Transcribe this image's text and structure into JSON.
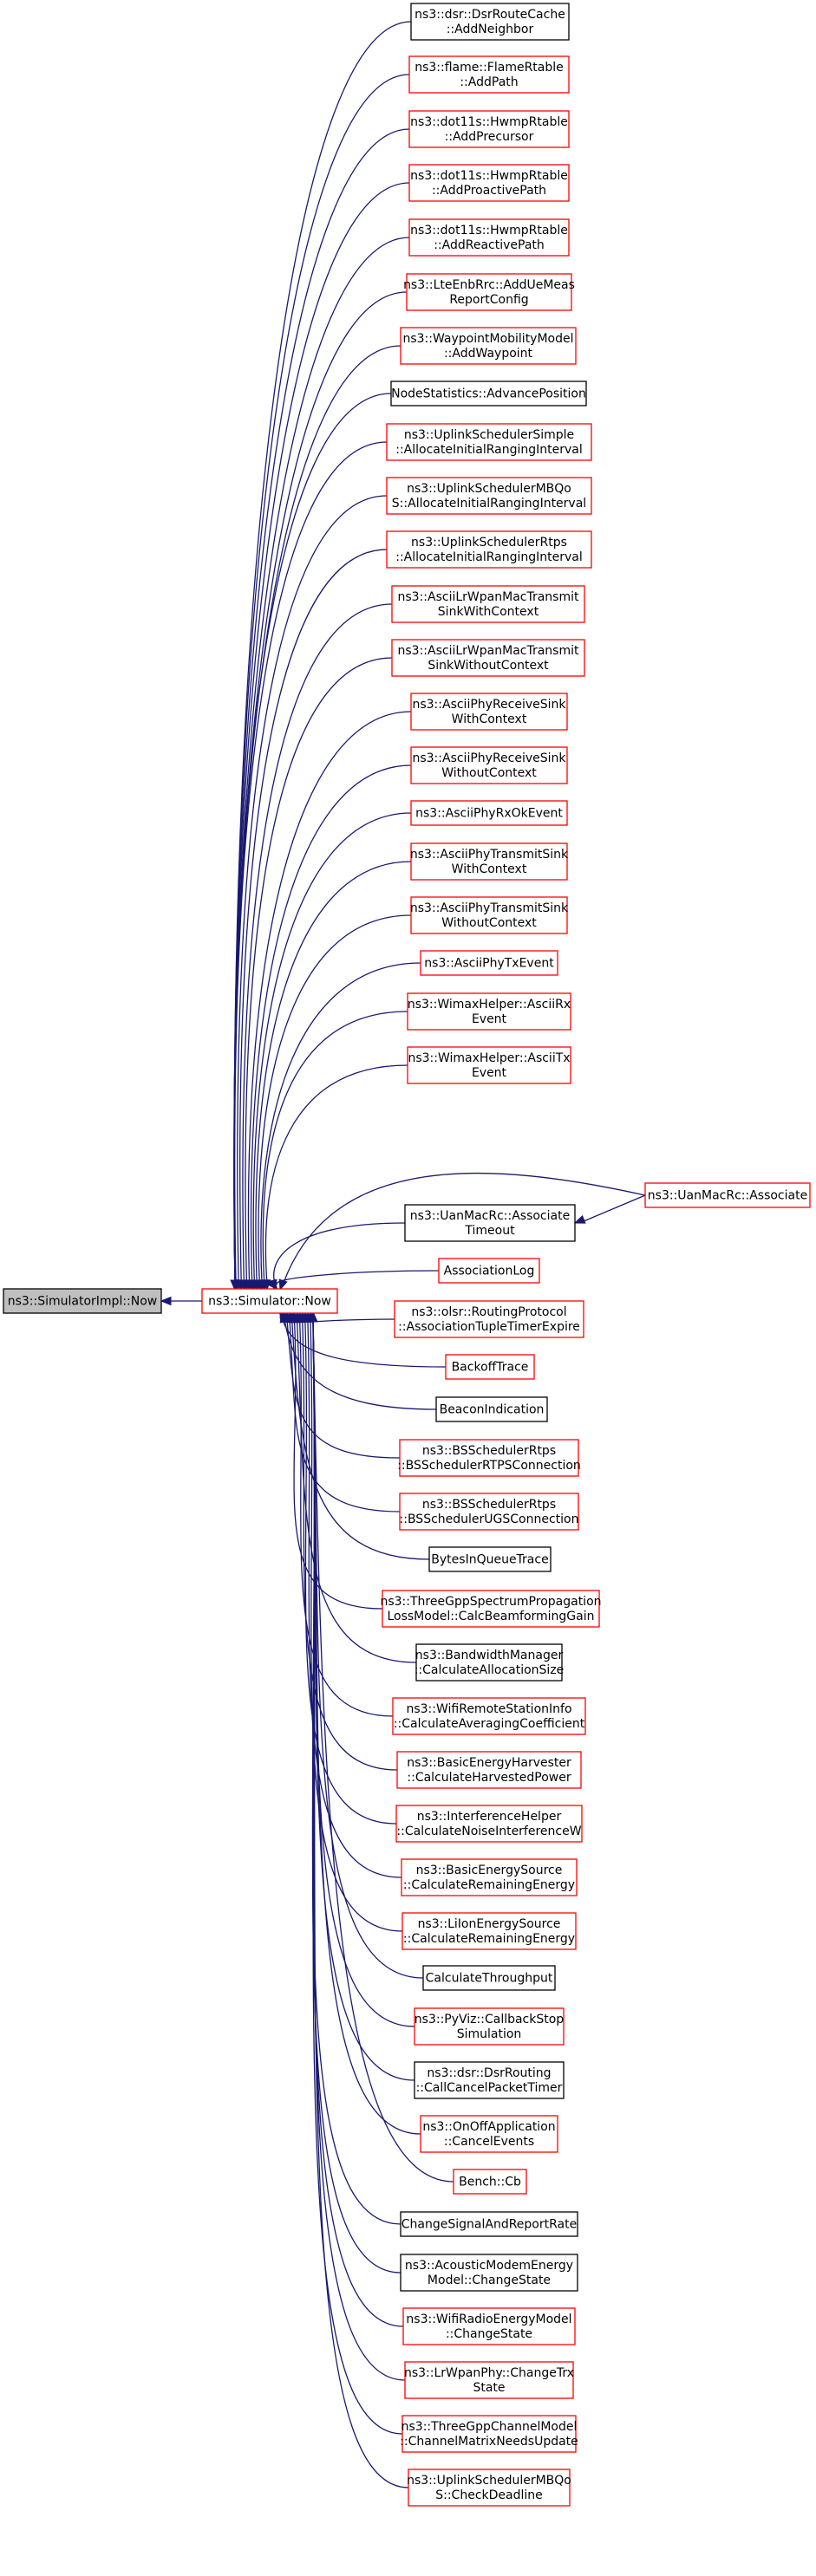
{
  "colors": {
    "edge": "#191970",
    "documented_border": "#000000",
    "undocumented_border": "#ff0000",
    "root_fill": "#bfbfbf"
  },
  "root": {
    "lines": [
      "ns3::SimulatorImpl::Now"
    ]
  },
  "center": {
    "lines": [
      "ns3::Simulator::Now"
    ],
    "border": "red"
  },
  "callers": [
    {
      "lines": [
        "ns3::dsr::DsrRouteCache",
        "::AddNeighbor"
      ],
      "border": "black"
    },
    {
      "lines": [
        "ns3::flame::FlameRtable",
        "::AddPath"
      ],
      "border": "red"
    },
    {
      "lines": [
        "ns3::dot11s::HwmpRtable",
        "::AddPrecursor"
      ],
      "border": "red"
    },
    {
      "lines": [
        "ns3::dot11s::HwmpRtable",
        "::AddProactivePath"
      ],
      "border": "red"
    },
    {
      "lines": [
        "ns3::dot11s::HwmpRtable",
        "::AddReactivePath"
      ],
      "border": "red"
    },
    {
      "lines": [
        "ns3::LteEnbRrc::AddUeMeas",
        "ReportConfig"
      ],
      "border": "red"
    },
    {
      "lines": [
        "ns3::WaypointMobilityModel",
        "::AddWaypoint"
      ],
      "border": "red"
    },
    {
      "lines": [
        "NodeStatistics::AdvancePosition"
      ],
      "border": "black"
    },
    {
      "lines": [
        "ns3::UplinkSchedulerSimple",
        "::AllocateInitialRangingInterval"
      ],
      "border": "red"
    },
    {
      "lines": [
        "ns3::UplinkSchedulerMBQo",
        "S::AllocateInitialRangingInterval"
      ],
      "border": "red"
    },
    {
      "lines": [
        "ns3::UplinkSchedulerRtps",
        "::AllocateInitialRangingInterval"
      ],
      "border": "red"
    },
    {
      "lines": [
        "ns3::AsciiLrWpanMacTransmit",
        "SinkWithContext"
      ],
      "border": "red"
    },
    {
      "lines": [
        "ns3::AsciiLrWpanMacTransmit",
        "SinkWithoutContext"
      ],
      "border": "red"
    },
    {
      "lines": [
        "ns3::AsciiPhyReceiveSink",
        "WithContext"
      ],
      "border": "red"
    },
    {
      "lines": [
        "ns3::AsciiPhyReceiveSink",
        "WithoutContext"
      ],
      "border": "red"
    },
    {
      "lines": [
        "ns3::AsciiPhyRxOkEvent"
      ],
      "border": "red"
    },
    {
      "lines": [
        "ns3::AsciiPhyTransmitSink",
        "WithContext"
      ],
      "border": "red"
    },
    {
      "lines": [
        "ns3::AsciiPhyTransmitSink",
        "WithoutContext"
      ],
      "border": "red"
    },
    {
      "lines": [
        "ns3::AsciiPhyTxEvent"
      ],
      "border": "red"
    },
    {
      "lines": [
        "ns3::WimaxHelper::AsciiRx",
        "Event"
      ],
      "border": "red"
    },
    {
      "lines": [
        "ns3::WimaxHelper::AsciiTx",
        "Event"
      ],
      "border": "red"
    },
    {
      "lines": [
        "ns3::UanMacRc::Associate",
        "Timeout"
      ],
      "border": "black"
    },
    {
      "lines": [
        "AssociationLog"
      ],
      "border": "red"
    },
    {
      "lines": [
        "ns3::olsr::RoutingProtocol",
        "::AssociationTupleTimerExpire"
      ],
      "border": "red"
    },
    {
      "lines": [
        "BackoffTrace"
      ],
      "border": "red"
    },
    {
      "lines": [
        "BeaconIndication"
      ],
      "border": "black"
    },
    {
      "lines": [
        "ns3::BSSchedulerRtps",
        "::BSSchedulerRTPSConnection"
      ],
      "border": "red"
    },
    {
      "lines": [
        "ns3::BSSchedulerRtps",
        "::BSSchedulerUGSConnection"
      ],
      "border": "red"
    },
    {
      "lines": [
        "BytesInQueueTrace"
      ],
      "border": "black"
    },
    {
      "lines": [
        "ns3::ThreeGppSpectrumPropagation",
        "LossModel::CalcBeamformingGain"
      ],
      "border": "red"
    },
    {
      "lines": [
        "ns3::BandwidthManager",
        "::CalculateAllocationSize"
      ],
      "border": "black"
    },
    {
      "lines": [
        "ns3::WifiRemoteStationInfo",
        "::CalculateAveragingCoefficient"
      ],
      "border": "red"
    },
    {
      "lines": [
        "ns3::BasicEnergyHarvester",
        "::CalculateHarvestedPower"
      ],
      "border": "red"
    },
    {
      "lines": [
        "ns3::InterferenceHelper",
        "::CalculateNoiseInterferenceW"
      ],
      "border": "red"
    },
    {
      "lines": [
        "ns3::BasicEnergySource",
        "::CalculateRemainingEnergy"
      ],
      "border": "red"
    },
    {
      "lines": [
        "ns3::LiIonEnergySource",
        "::CalculateRemainingEnergy"
      ],
      "border": "red"
    },
    {
      "lines": [
        "CalculateThroughput"
      ],
      "border": "black"
    },
    {
      "lines": [
        "ns3::PyViz::CallbackStop",
        "Simulation"
      ],
      "border": "red"
    },
    {
      "lines": [
        "ns3::dsr::DsrRouting",
        "::CallCancelPacketTimer"
      ],
      "border": "black"
    },
    {
      "lines": [
        "ns3::OnOffApplication",
        "::CancelEvents"
      ],
      "border": "red"
    },
    {
      "lines": [
        "Bench::Cb"
      ],
      "border": "red"
    },
    {
      "lines": [
        "ChangeSignalAndReportRate"
      ],
      "border": "black"
    },
    {
      "lines": [
        "ns3::AcousticModemEnergy",
        "Model::ChangeState"
      ],
      "border": "black"
    },
    {
      "lines": [
        "ns3::WifiRadioEnergyModel",
        "::ChangeState"
      ],
      "border": "red"
    },
    {
      "lines": [
        "ns3::LrWpanPhy::ChangeTrx",
        "State"
      ],
      "border": "red"
    },
    {
      "lines": [
        "ns3::ThreeGppChannelModel",
        "::ChannelMatrixNeedsUpdate"
      ],
      "border": "red"
    },
    {
      "lines": [
        "ns3::UplinkSchedulerMBQo",
        "S::CheckDeadline"
      ],
      "border": "red"
    }
  ],
  "side_caller": {
    "lines": [
      "ns3::UanMacRc::Associate"
    ],
    "border": "red"
  }
}
